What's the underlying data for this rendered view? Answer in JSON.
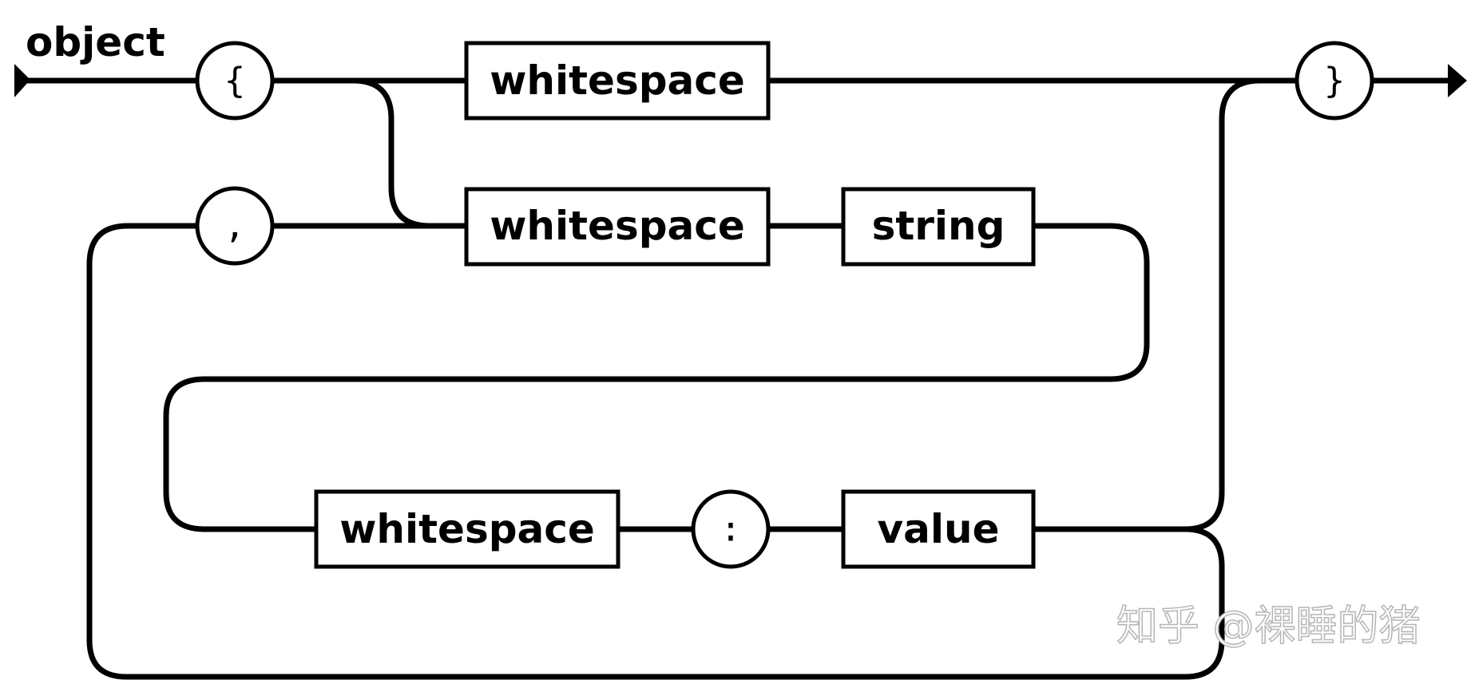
{
  "diagram": {
    "title": "object",
    "terminals": {
      "open_brace": "{",
      "close_brace": "}",
      "comma": ",",
      "colon": ":"
    },
    "nonterminals": {
      "whitespace_top": "whitespace",
      "whitespace_key": "whitespace",
      "string": "string",
      "whitespace_value": "whitespace",
      "value": "value"
    }
  },
  "watermark": "知乎 @裸睡的猪"
}
